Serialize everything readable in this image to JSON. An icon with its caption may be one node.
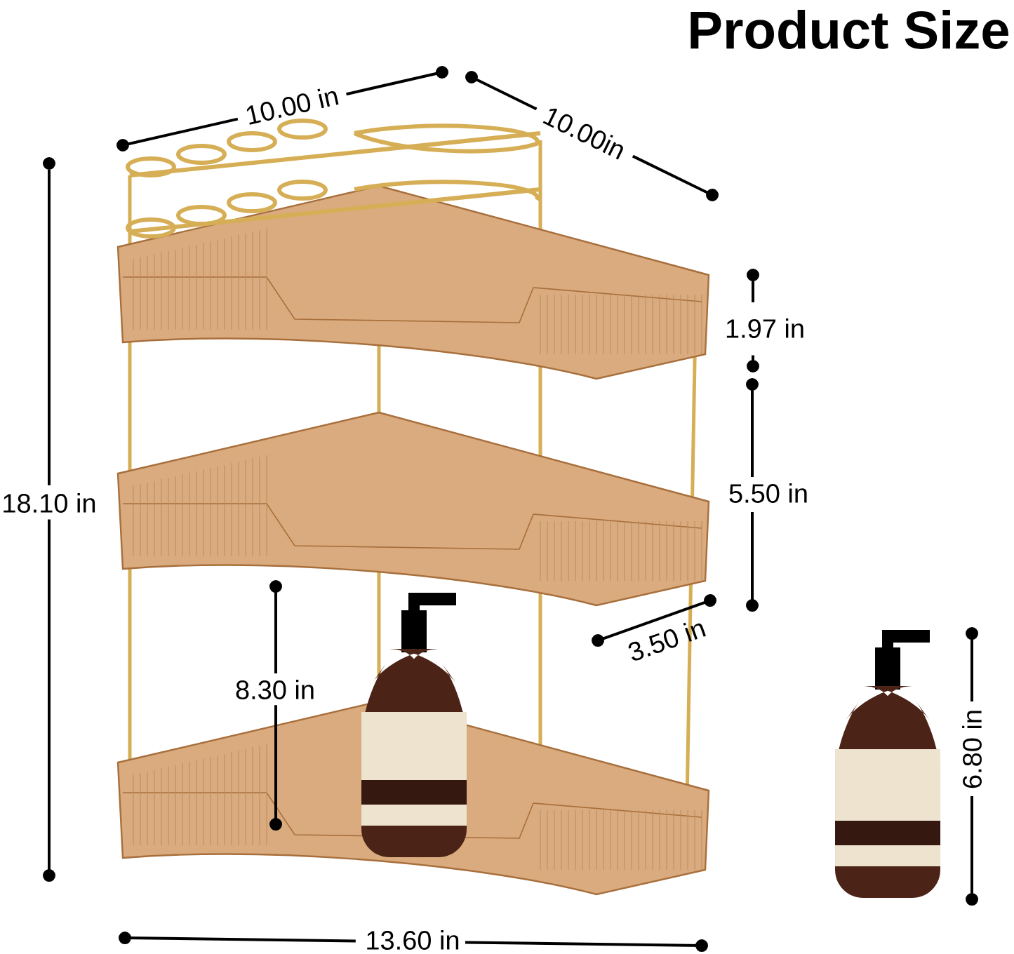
{
  "diagram": {
    "title": "Product Size",
    "labels": [
      "10.00 in",
      "10.00in",
      "18.10 in",
      "1.97 in",
      "5.50 in",
      "8.30 in",
      "3.50 in",
      "6.80 in",
      "13.60 in"
    ]
  }
}
